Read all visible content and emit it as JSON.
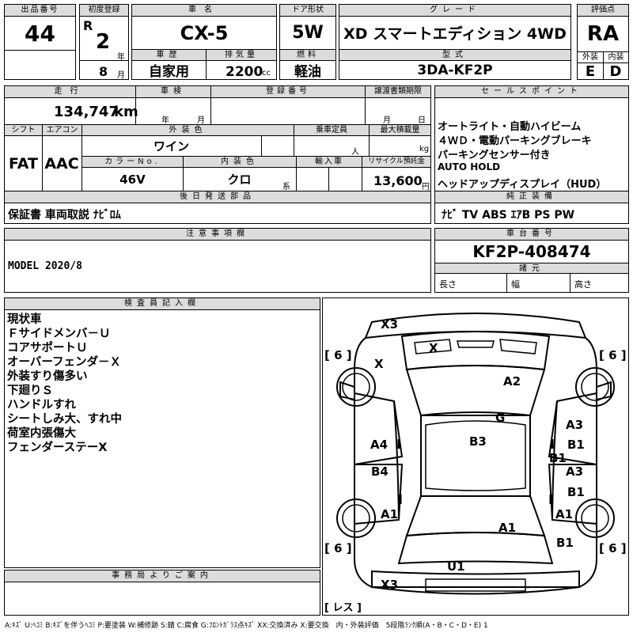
{
  "lot": {
    "label": "出品番号",
    "value": "44"
  },
  "first_reg": {
    "label": "初度登録",
    "era": "R",
    "year": "2",
    "year_unit": "年",
    "month": "8",
    "month_unit": "月"
  },
  "car_name": {
    "label": "車名",
    "value": "CX-5"
  },
  "door": {
    "label": "ドア形状",
    "value": "5W"
  },
  "grade": {
    "label": "グレード",
    "value": "XD スマートエディション 4WD"
  },
  "score": {
    "label": "評価点",
    "value": "RA"
  },
  "ext_grade": {
    "label": "外装",
    "value": "E"
  },
  "int_grade": {
    "label": "内装",
    "value": "D"
  },
  "history": {
    "label": "車歴",
    "value": "自家用"
  },
  "displacement": {
    "label": "排気量",
    "value": "2200",
    "unit": "cc"
  },
  "fuel": {
    "label": "燃料",
    "value": "軽油"
  },
  "model_code": {
    "label": "型式",
    "value": "3DA-KF2P"
  },
  "mileage": {
    "label": "走行",
    "value": "134,747",
    "unit": "km"
  },
  "inspection": {
    "label": "車検",
    "year_unit": "年",
    "month_unit": "月"
  },
  "reg_no": {
    "label": "登録番号"
  },
  "transfer_deadline": {
    "label": "譲渡書類期限",
    "month_unit": "月",
    "day_unit": "日"
  },
  "shift": {
    "label": "シフト",
    "value": "FAT"
  },
  "aircon": {
    "label": "エアコン",
    "value": "AAC"
  },
  "ext_color": {
    "label": "外装色",
    "value": "ワイン"
  },
  "capacity": {
    "label": "乗車定員",
    "unit": "人"
  },
  "max_load": {
    "label": "最大積載量",
    "unit": "kg"
  },
  "color_no": {
    "label": "カラーNo.",
    "value": "46V"
  },
  "int_color": {
    "label": "内装色",
    "value": "クロ",
    "unit": "系"
  },
  "import": {
    "label": "輸入車"
  },
  "recycle": {
    "label": "リサイクル預託金",
    "value": "13,600",
    "unit": "円"
  },
  "sales_points": {
    "label": "セールスポイント",
    "lines": [
      "オートライト・自動ハイビーム",
      "４ＷＤ・電動パーキングブレーキ",
      "パーキングセンサー付き",
      "AUTO HOLD",
      "ヘッドアップディスプレイ（HUD）"
    ]
  },
  "later_parts": {
    "label": "後日発送部品",
    "value": "保証書 車両取説 ﾅﾋﾞﾛﾑ"
  },
  "genuine_equipment": {
    "label": "純正装備",
    "value": "ﾅﾋﾞ TV ABS ｴｱB PS PW"
  },
  "notes": {
    "label": "注意事項欄",
    "value": "MODEL 2020/8"
  },
  "chassis_no": {
    "label": "車台番号",
    "value": "KF2P-408474"
  },
  "specs": {
    "label": "諸元",
    "length": "長さ",
    "width": "幅",
    "height": "高さ"
  },
  "inspector_notes": {
    "label": "検査員記入欄",
    "lines": [
      "現状車",
      "Ｆサイドメンバ－Ｕ",
      "コアサポートＵ",
      "オーバーフェンダ－Ｘ",
      "外装すり傷多い",
      "下廻りＳ",
      "ハンドルすれ",
      "シートしみ大、すれ中",
      "荷室内張傷大",
      "フェンダーステーX"
    ]
  },
  "office_notes": {
    "label": "事務局よりご案内"
  },
  "legend": "A:ｷｽﾞ U:ﾍｺﾐ B:ｷｽﾞを伴うﾍｺﾐ P:要塗装 W:補修跡 S:錆 C:腐食 G:ﾌﾛﾝﾄｶﾞﾗｽ点ｷｽﾞ XX:交換済み X:要交換　内・外装評価　5段階ﾗﾝｸ順(A・B・C・D・E) 1",
  "diagram": {
    "tire_labels": [
      "[ 6 ]",
      "[ 6 ]",
      "[ 6 ]",
      "[ 6 ]"
    ],
    "spare_label": "[ レス ]",
    "marks": [
      "X3",
      "X",
      "X",
      "A2",
      "G",
      "A3",
      "B1",
      "B3",
      "A4",
      "B1",
      "B4",
      "A3",
      "B1",
      "A1",
      "A1",
      "A1",
      "B1",
      "U1",
      "X3"
    ]
  }
}
